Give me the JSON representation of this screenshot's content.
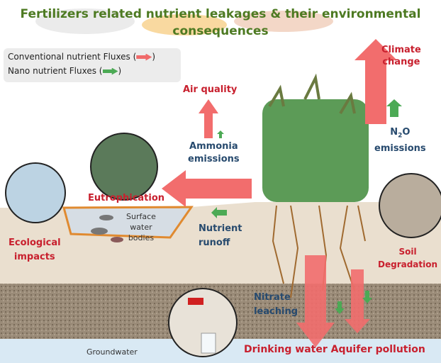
{
  "title": {
    "line1": "Fertilizers related nutrient leakages & their environmental",
    "line2": "consequences"
  },
  "legend": {
    "conventional": {
      "label": "Conventional nutrient Fluxes (",
      "close": ")",
      "color": "#f06a6a"
    },
    "nano": {
      "label": "Nano nutrient Fluxes (",
      "close": ")",
      "color": "#4caa55"
    }
  },
  "labels": {
    "climate_change": [
      "Climate",
      "change"
    ],
    "air_quality": "Air quality",
    "ammonia": [
      "Ammonia",
      "emissions"
    ],
    "n2o": {
      "n": "N",
      "sub": "2",
      "o": "O",
      "line2": "emissions"
    },
    "eutrophication": "Eutrophication",
    "surface_water": [
      "Surface",
      "water",
      "bodies"
    ],
    "nutrient_runoff": [
      "Nutrient",
      "runoff"
    ],
    "ecological": [
      "Ecological",
      "impacts"
    ],
    "soil_degradation": [
      "Soil",
      "Degradation"
    ],
    "nitrate": [
      "Nitrate",
      "leaching"
    ],
    "groundwater": "Groundwater",
    "aquifer": "Drinking water Aquifer pollution"
  }
}
